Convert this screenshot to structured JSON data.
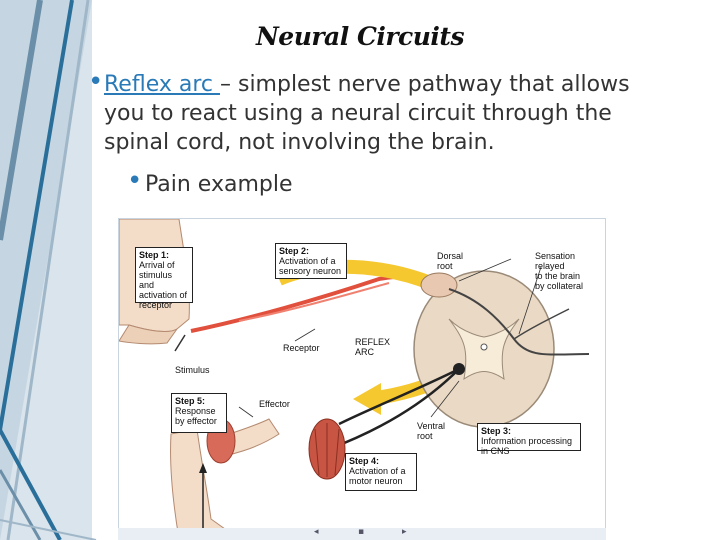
{
  "slide": {
    "title": "Neural Circuits",
    "term": "Reflex arc ",
    "definition_line1": "– simplest nerve pathway that allows",
    "definition_line2": "you to react using a neural circuit through the",
    "definition_line3": "spinal cord, not involving the brain.",
    "sub_bullet": "Pain example"
  },
  "diagram": {
    "step1": {
      "heading": "Step 1:",
      "text": "Arrival of stimulus and activation of receptor"
    },
    "step2": {
      "heading": "Step 2:",
      "text": "Activation of a sensory neuron"
    },
    "step3": {
      "heading": "Step 3:",
      "text": "Information processing in CNS"
    },
    "step4": {
      "heading": "Step 4:",
      "text": "Activation of a motor neuron"
    },
    "step5": {
      "heading": "Step 5:",
      "text": "Response by effector"
    },
    "labels": {
      "dorsal_root_1": "Dorsal",
      "dorsal_root_2": "root",
      "sensation_1": "Sensation",
      "sensation_2": "relayed",
      "sensation_3": "to the brain",
      "sensation_4": "by collateral",
      "receptor": "Receptor",
      "reflex_1": "REFLEX",
      "reflex_2": "ARC",
      "stimulus": "Stimulus",
      "effector": "Effector",
      "ventral_root_1": "Ventral",
      "ventral_root_2": "root"
    }
  },
  "nav": {
    "prev": "◂",
    "home": "▪",
    "next": "▸"
  },
  "colors": {
    "accent": "#2a7ab8",
    "sensory_neuron": "#e0503c",
    "reflex_arrow": "#f5c830",
    "motor_neuron": "#222222"
  }
}
